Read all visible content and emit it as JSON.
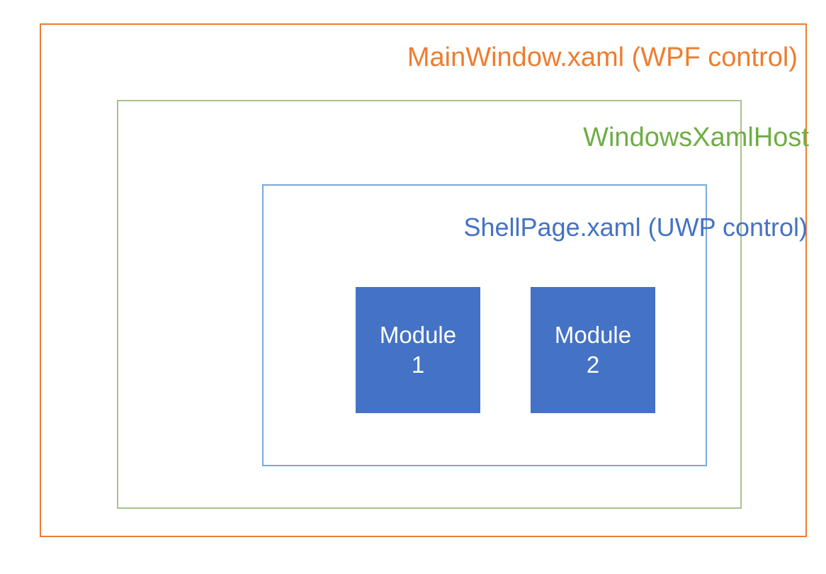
{
  "diagram": {
    "type": "nested-containment",
    "title": "WPF application hosting a UWP control via XAML Islands",
    "layers": [
      {
        "id": "mainwindow",
        "label": "MainWindow.xaml (WPF control)",
        "color": "#ED7D31",
        "level": 1
      },
      {
        "id": "windowsxamlhost",
        "label": "WindowsXamlHost",
        "color": "#70AD47",
        "level": 2
      },
      {
        "id": "shellpage",
        "label": "ShellPage.xaml (UWP control)",
        "color": "#4472C4",
        "level": 3
      }
    ],
    "modules": [
      {
        "id": "module-1",
        "name_line_1": "Module",
        "name_line_2": "1",
        "fill": "#4472C4",
        "text_color": "#FFFFFF"
      },
      {
        "id": "module-2",
        "name_line_1": "Module",
        "name_line_2": "2",
        "fill": "#4472C4",
        "text_color": "#FFFFFF"
      }
    ],
    "colors": {
      "background": "#FFFFFF",
      "outer_border": "#ED7D31",
      "middle_border": "#A9C48A",
      "inner_border": "#7BA7D7",
      "module_fill": "#4472C4"
    }
  }
}
